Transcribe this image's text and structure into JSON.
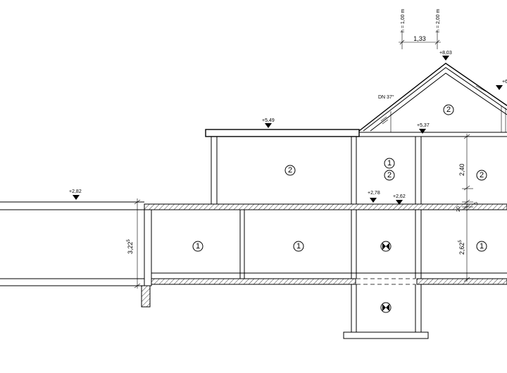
{
  "top_dimension": {
    "label_left": "h = 1,00 m",
    "label_right": "h = 2,00 m",
    "width": "1,33"
  },
  "levels": {
    "ridge": "+8,03",
    "roof_right": "+6",
    "upper_floor": "+5,49",
    "eaves": "+5,37",
    "left_terrain": "+2,82",
    "floor_a": "+2,78",
    "floor_b": "+2,62"
  },
  "roof_pitch": "DN 37°",
  "dimensions": {
    "upper_height": "2,40",
    "slab_20": "20",
    "slab_5": "5",
    "lower_height_right": "2,62",
    "lower_height_right_sup": "5",
    "lower_height_left": "3,22",
    "lower_height_left_sup": "5"
  },
  "rooms": {
    "r_upper_mid": "2",
    "r_upper_stair_1": "1",
    "r_upper_stair_2": "2",
    "r_upper_right": "2",
    "r_attic": "2",
    "r_lower_1": "1",
    "r_lower_2": "1",
    "r_lower_right": "1"
  },
  "symbols": {
    "fixture_icon": "ceiling-fixture-icon"
  }
}
